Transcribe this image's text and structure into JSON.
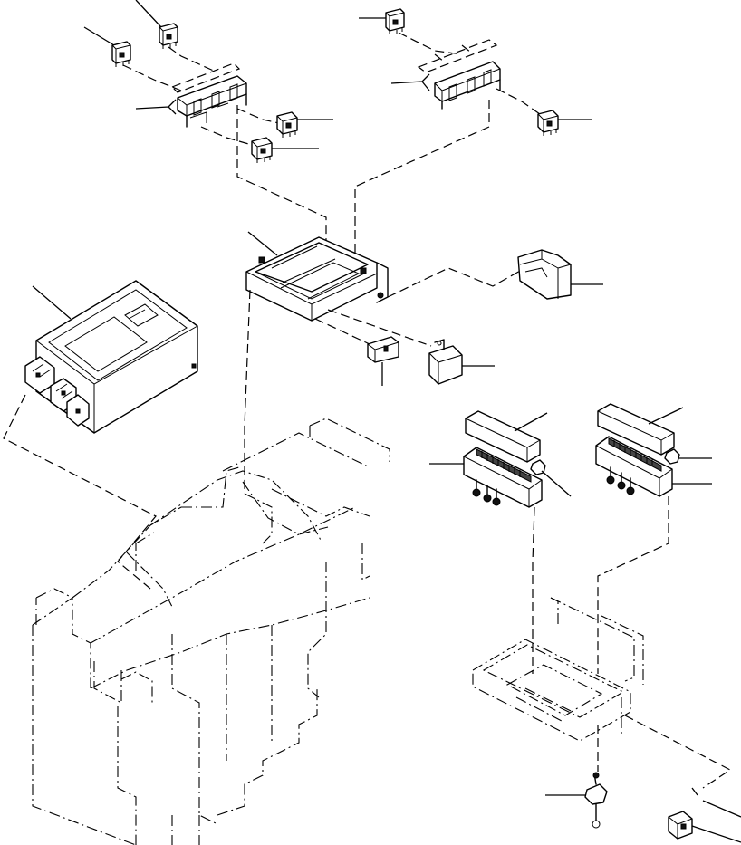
{
  "diagram": {
    "kind": "exploded parts illustration",
    "parts": [
      {
        "id": "relay-top-left-1",
        "icon": "relay-icon"
      },
      {
        "id": "relay-top-left-2",
        "icon": "relay-icon"
      },
      {
        "id": "relay-bracket-left",
        "icon": "relay-bracket-icon"
      },
      {
        "id": "relay-mid-left-1",
        "icon": "relay-icon"
      },
      {
        "id": "relay-mid-left-2",
        "icon": "relay-icon"
      },
      {
        "id": "relay-top-right",
        "icon": "relay-icon"
      },
      {
        "id": "relay-bracket-right",
        "icon": "relay-bracket-icon"
      },
      {
        "id": "relay-right-1",
        "icon": "relay-icon"
      },
      {
        "id": "mounting-tray",
        "icon": "tray-icon"
      },
      {
        "id": "controller-box",
        "icon": "control-unit-icon"
      },
      {
        "id": "connector-cover",
        "icon": "cover-icon"
      },
      {
        "id": "small-connector",
        "icon": "connector-icon"
      },
      {
        "id": "flasher-relay",
        "icon": "relay-icon"
      },
      {
        "id": "fuse-box-cover-1",
        "icon": "fuse-cover-icon"
      },
      {
        "id": "fuse-box-1",
        "icon": "fuse-box-icon"
      },
      {
        "id": "fuse-box-cover-2",
        "icon": "fuse-cover-icon"
      },
      {
        "id": "fuse-box-2",
        "icon": "fuse-box-icon"
      },
      {
        "id": "fuse-clip",
        "icon": "clip-icon"
      },
      {
        "id": "fuse-tray",
        "icon": "tray-icon"
      },
      {
        "id": "ground-terminal",
        "icon": "terminal-icon"
      },
      {
        "id": "relay-bottom-right",
        "icon": "relay-icon"
      },
      {
        "id": "cab-frame",
        "icon": "frame-icon"
      }
    ]
  }
}
